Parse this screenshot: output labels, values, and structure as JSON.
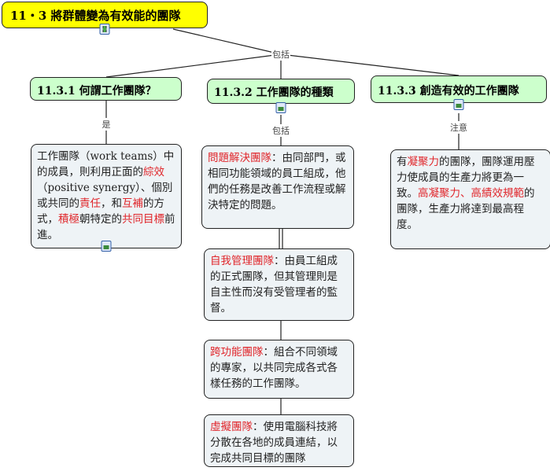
{
  "root": {
    "title": "11・3  將群體變為有效能的團隊",
    "icon": "video-icon"
  },
  "link_root": "包括",
  "topics": [
    {
      "title": "11.3.1  何謂工作團隊？",
      "link": "是"
    },
    {
      "title": "11.3.2  工作團隊的種類",
      "link": "包括",
      "icon": "image-icon"
    },
    {
      "title": "11.3.3  創造有效的工作團隊",
      "link": "注意",
      "icon": "image-icon"
    }
  ],
  "desc1": {
    "segments": [
      {
        "text": "工作團隊（work teams）中的成員，則利用正面的"
      },
      {
        "text": "綜效",
        "red": true
      },
      {
        "text": "（positive synergy）、個別或共同的"
      },
      {
        "text": "責任",
        "red": true
      },
      {
        "text": "，和"
      },
      {
        "text": "互補",
        "red": true
      },
      {
        "text": "的方式，"
      },
      {
        "text": "積極",
        "red": true
      },
      {
        "text": "朝特定的"
      },
      {
        "text": "共同目標",
        "red": true
      },
      {
        "text": "前進。"
      }
    ],
    "icon": "image-icon"
  },
  "types": [
    {
      "segments": [
        {
          "text": "問題解決團隊",
          "red": true
        },
        {
          "text": "：由同部門，或相同功能領域的員工組成，他們的任務是改善工作流程或解決特定的問題。"
        }
      ]
    },
    {
      "segments": [
        {
          "text": "自我管理團隊",
          "red": true
        },
        {
          "text": "：由員工組成的正式團隊，但其管理則是自主性而沒有受管理者的監督。"
        }
      ]
    },
    {
      "segments": [
        {
          "text": "跨功能團隊",
          "red": true
        },
        {
          "text": "：組合不同領域的專家，以共同完成各式各樣任務的工作團隊。"
        }
      ]
    },
    {
      "segments": [
        {
          "text": "虛擬團隊",
          "red": true
        },
        {
          "text": "：使用電腦科技將分散在各地的成員連結，以完成共同目標的團隊"
        }
      ]
    }
  ],
  "desc3": {
    "segments": [
      {
        "text": "有"
      },
      {
        "text": "凝聚力",
        "red": true
      },
      {
        "text": "的團隊，團隊運用壓力使成員的生產力將更為一致。"
      },
      {
        "text": "高凝聚力、高績效規範",
        "red": true
      },
      {
        "text": "的團隊，生產力將達到最高程度。"
      }
    ]
  }
}
